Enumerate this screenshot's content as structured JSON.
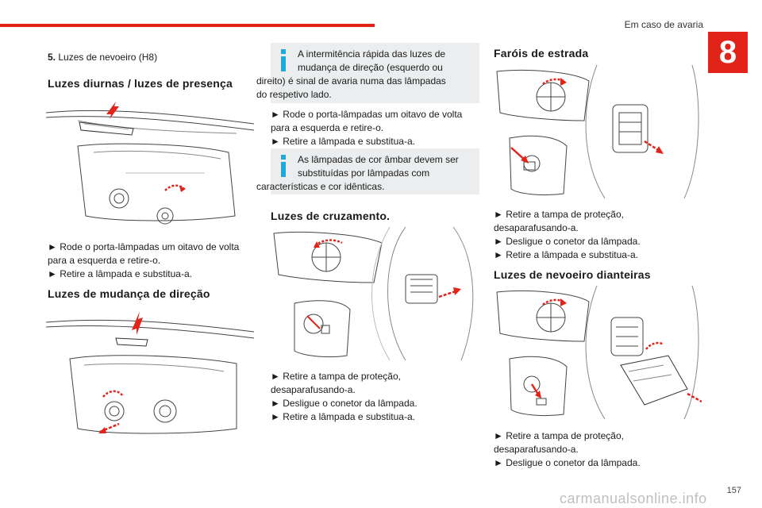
{
  "header": {
    "section": "Em caso de avaria",
    "chapter": "8"
  },
  "col1": {
    "item5_num": "5.",
    "item5_text": "Luzes de nevoeiro (H8)",
    "h_diurnas": "Luzes diurnas / luzes de presença",
    "diurnas_step1": "► Rode o porta-lâmpadas um oitavo de volta",
    "diurnas_step1b": "para a esquerda e retire-o.",
    "diurnas_step2": "► Retire a lâmpada e substitua-a.",
    "h_direcao": "Luzes de mudança de direção"
  },
  "col2": {
    "info1_l1": "A intermitência rápida das luzes de",
    "info1_l2": "mudança de direção (esquerdo ou",
    "info1_l3": "direito) é sinal de avaria numa das lâmpadas",
    "info1_l4": "do respetivo lado.",
    "step1": "► Rode o porta-lâmpadas um oitavo de volta",
    "step1b": "para a esquerda e retire-o.",
    "step2": "► Retire a lâmpada e substitua-a.",
    "info2_l1": "As lâmpadas de cor âmbar devem ser",
    "info2_l2": "substituídas por lâmpadas com",
    "info2_l3": "características e cor idênticas.",
    "h_cruzamento": "Luzes de cruzamento.",
    "cruz_s1": "► Retire a tampa de proteção,",
    "cruz_s1b": "desaparafusando-a.",
    "cruz_s2": "► Desligue o conetor da lâmpada.",
    "cruz_s3": "► Retire a lâmpada e substitua-a."
  },
  "col3": {
    "h_estrada": "Faróis de estrada",
    "est_s1": "► Retire a tampa de proteção,",
    "est_s1b": "desaparafusando-a.",
    "est_s2": "► Desligue o conetor da lâmpada.",
    "est_s3": "► Retire a lâmpada e substitua-a.",
    "h_nevoeiro": "Luzes de nevoeiro dianteiras",
    "nev_s1": "► Retire a tampa de proteção,",
    "nev_s1b": "desaparafusando-a.",
    "nev_s2": "► Desligue o conetor da lâmpada."
  },
  "footer": {
    "page": "157",
    "watermark": "carmanualsonline.info"
  },
  "colors": {
    "accent": "#e2231a",
    "info_bg": "#ebedee",
    "info_icon": "#1ea9d6"
  }
}
